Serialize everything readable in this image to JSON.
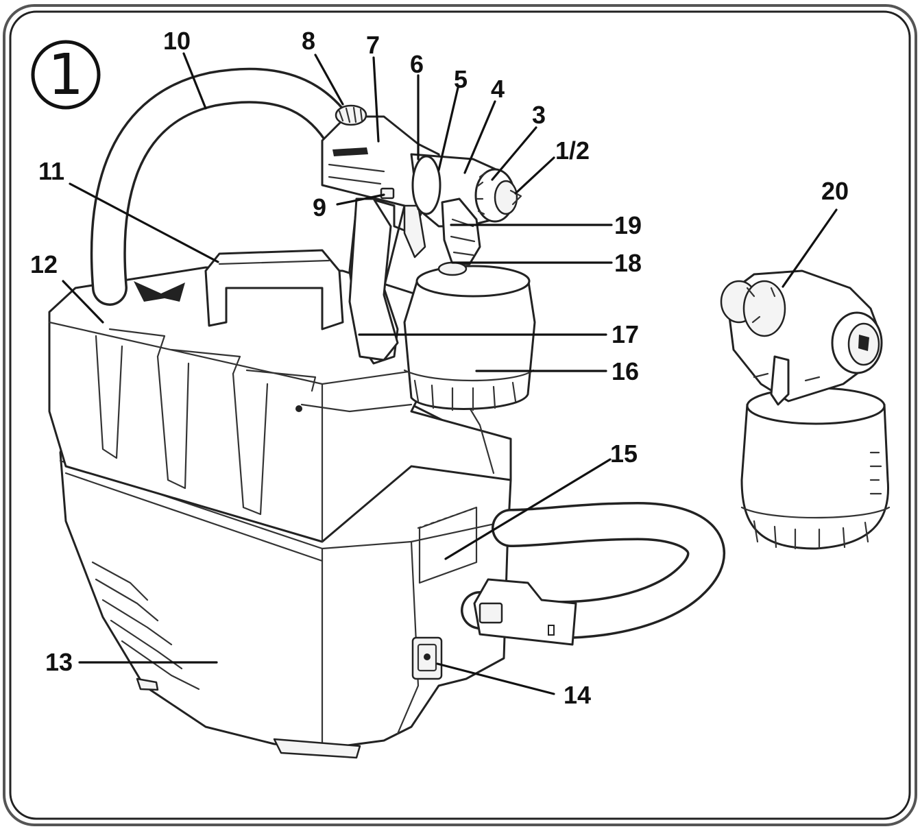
{
  "figure": {
    "number": "1"
  },
  "labels": {
    "p1_2": "1/2",
    "p3": "3",
    "p4": "4",
    "p5": "5",
    "p6": "6",
    "p7": "7",
    "p8": "8",
    "p9": "9",
    "p10": "10",
    "p11": "11",
    "p12": "12",
    "p13": "13",
    "p14": "14",
    "p15": "15",
    "p16": "16",
    "p17": "17",
    "p18": "18",
    "p19": "19",
    "p20": "20"
  },
  "colors": {
    "ink": "#111111",
    "frame": "#555555",
    "background": "#ffffff"
  }
}
